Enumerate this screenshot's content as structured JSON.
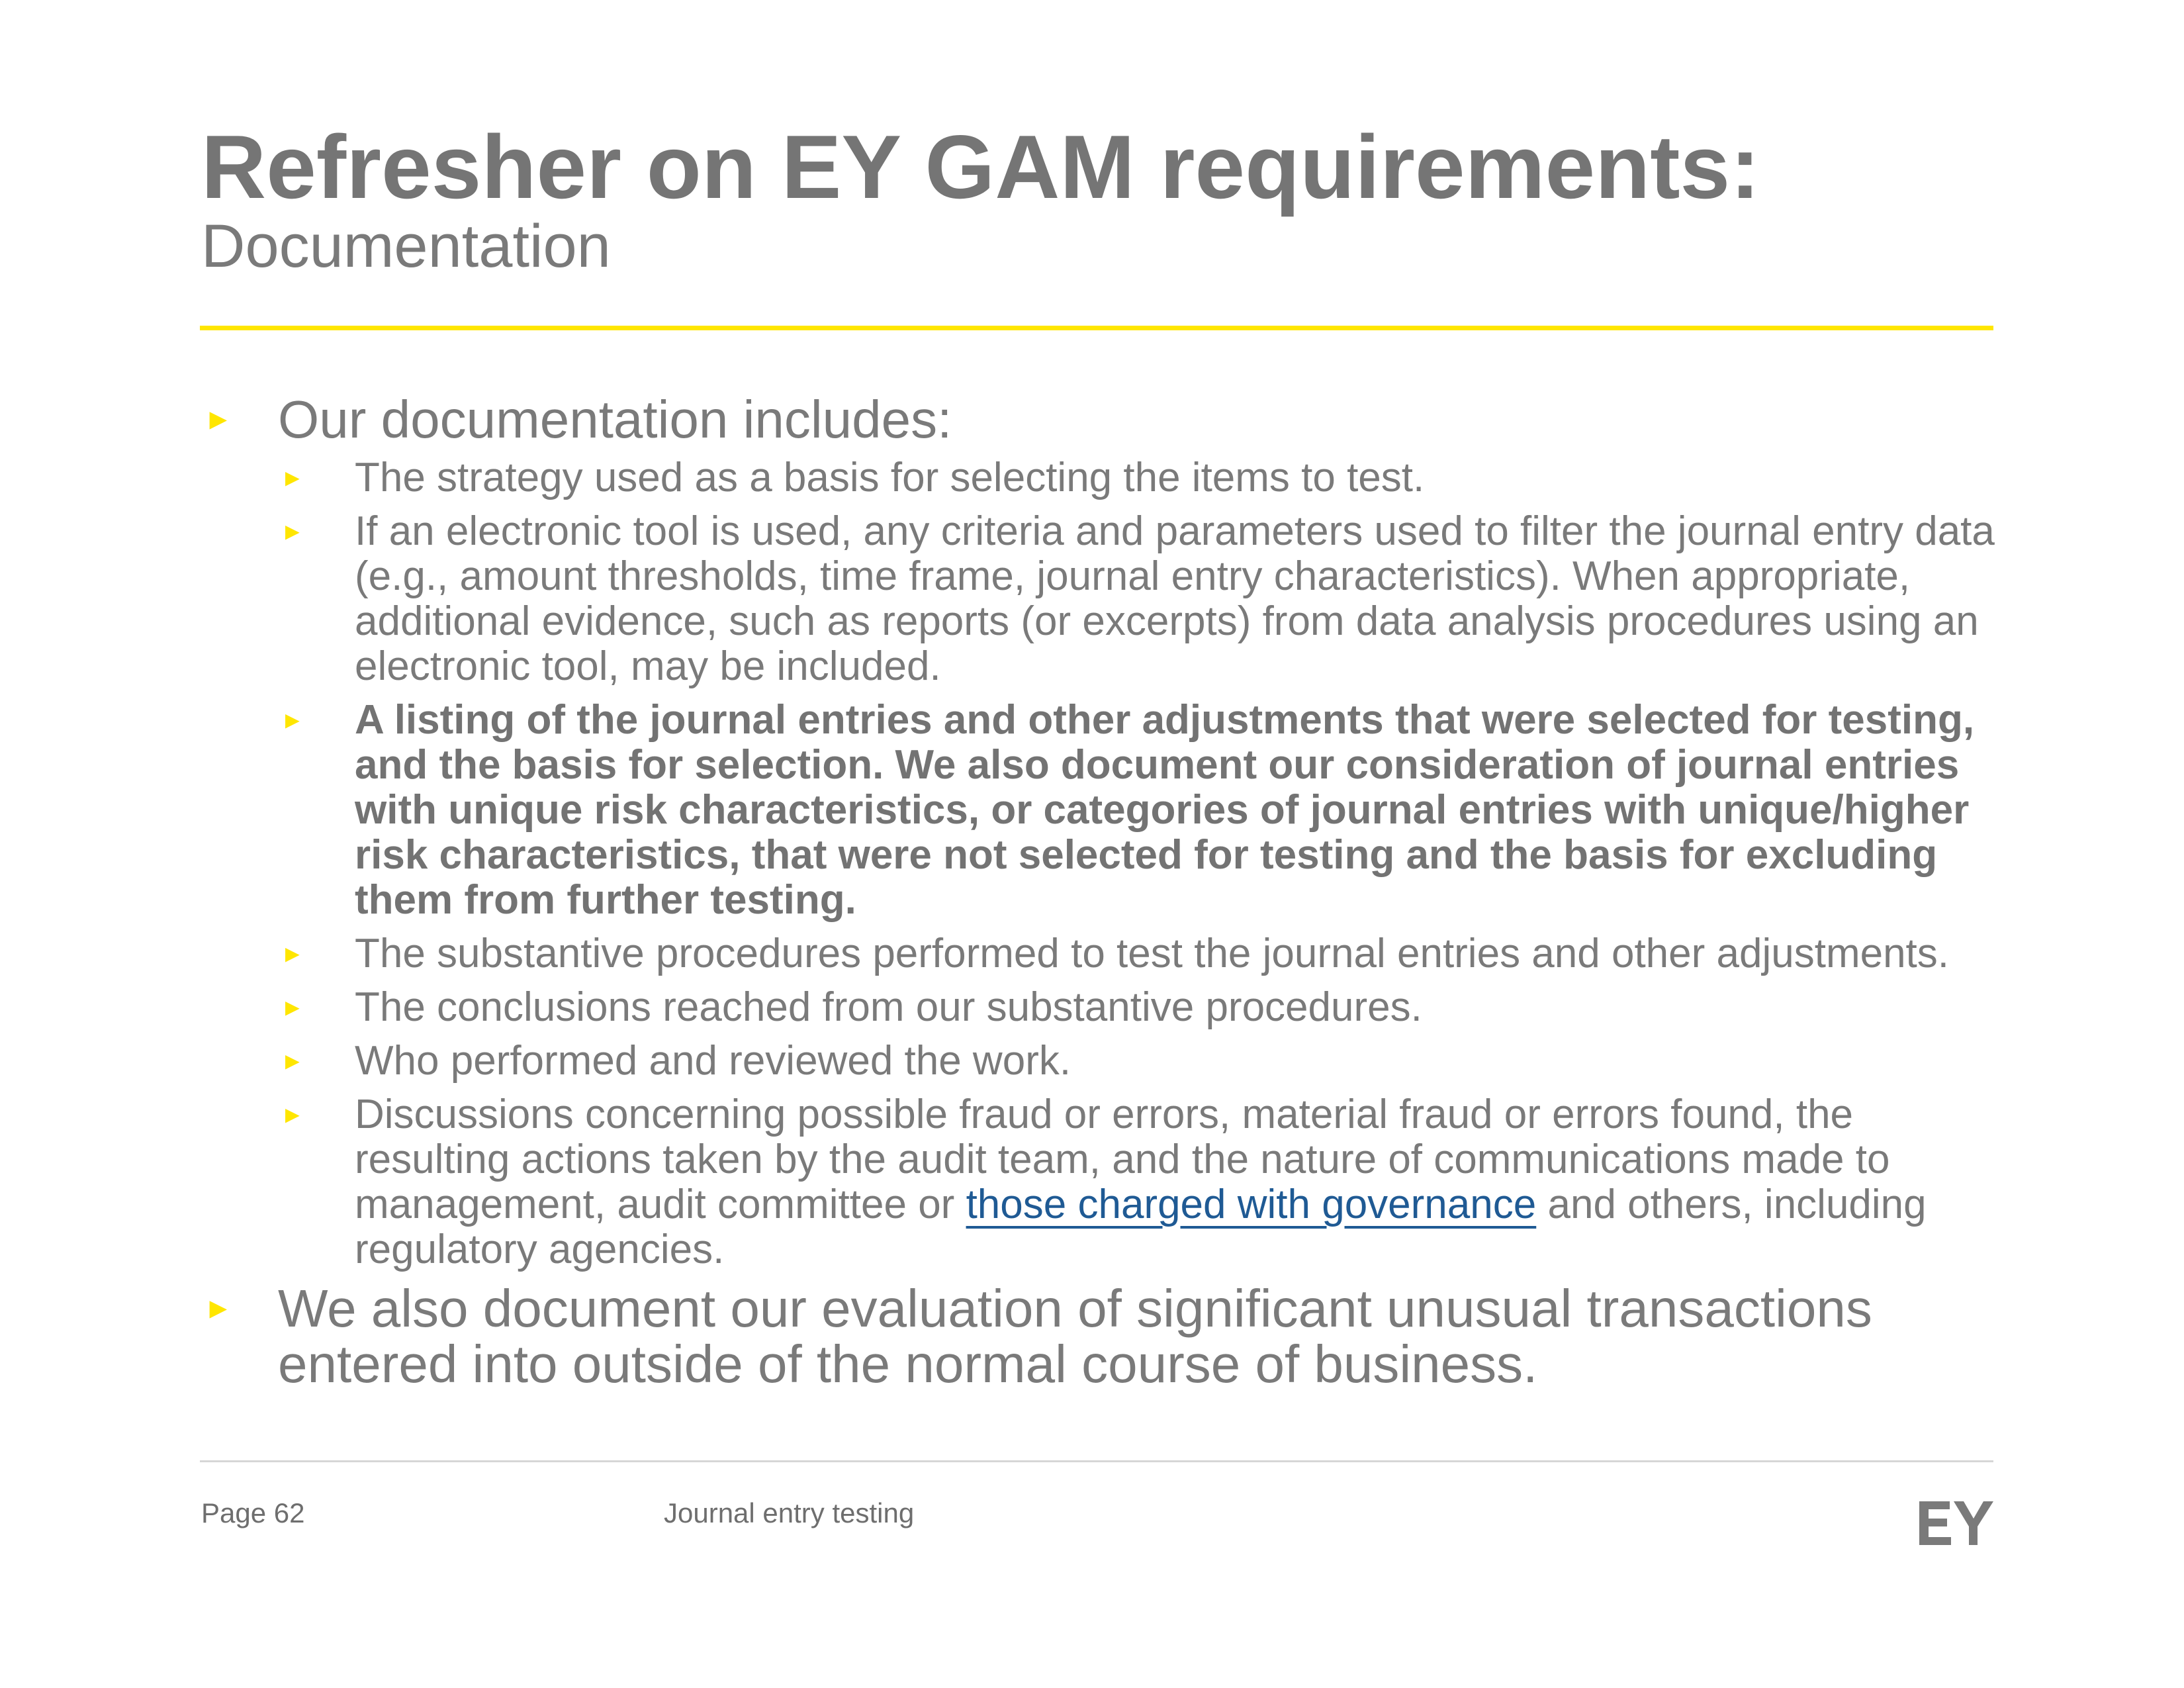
{
  "header": {
    "title": "Refresher on EY GAM requirements:",
    "subtitle": "Documentation"
  },
  "content": {
    "intro": "Our documentation includes:",
    "items": [
      "The strategy used as a basis for selecting the items to test.",
      "If an electronic tool is used, any criteria and parameters used to filter the journal entry data (e.g., amount thresholds, time frame, journal entry characteristics). When appropriate, additional evidence, such as reports (or excerpts) from data analysis procedures using an electronic tool, may be included.",
      "A listing of the journal entries and other adjustments that were selected for testing, and the basis for selection. We also document our consideration of journal entries with unique risk characteristics, or categories of journal entries with unique/higher risk characteristics, that were not selected for testing and the basis for excluding them from further testing.",
      "The substantive procedures performed to test the journal entries and other adjustments.",
      "The conclusions reached from our substantive procedures.",
      "Who performed and reviewed the work."
    ],
    "last_item": {
      "before": "Discussions concerning possible fraud or errors, material fraud or errors found, the resulting actions taken by the audit team, and the nature of communications made to management, audit committee or ",
      "link": "those charged with governance",
      "after": " and others, including regulatory agencies."
    },
    "closing": "We also document our evaluation of significant unusual transactions entered into outside of the normal course of business."
  },
  "footer": {
    "page": "Page 62",
    "section": "Journal entry testing",
    "logo_text": "EY"
  },
  "icons": {
    "bullet": "triangle-bullet-icon"
  },
  "colors": {
    "accent": "#ffe600",
    "text": "#7a7a7a",
    "link": "#1f5a94"
  }
}
